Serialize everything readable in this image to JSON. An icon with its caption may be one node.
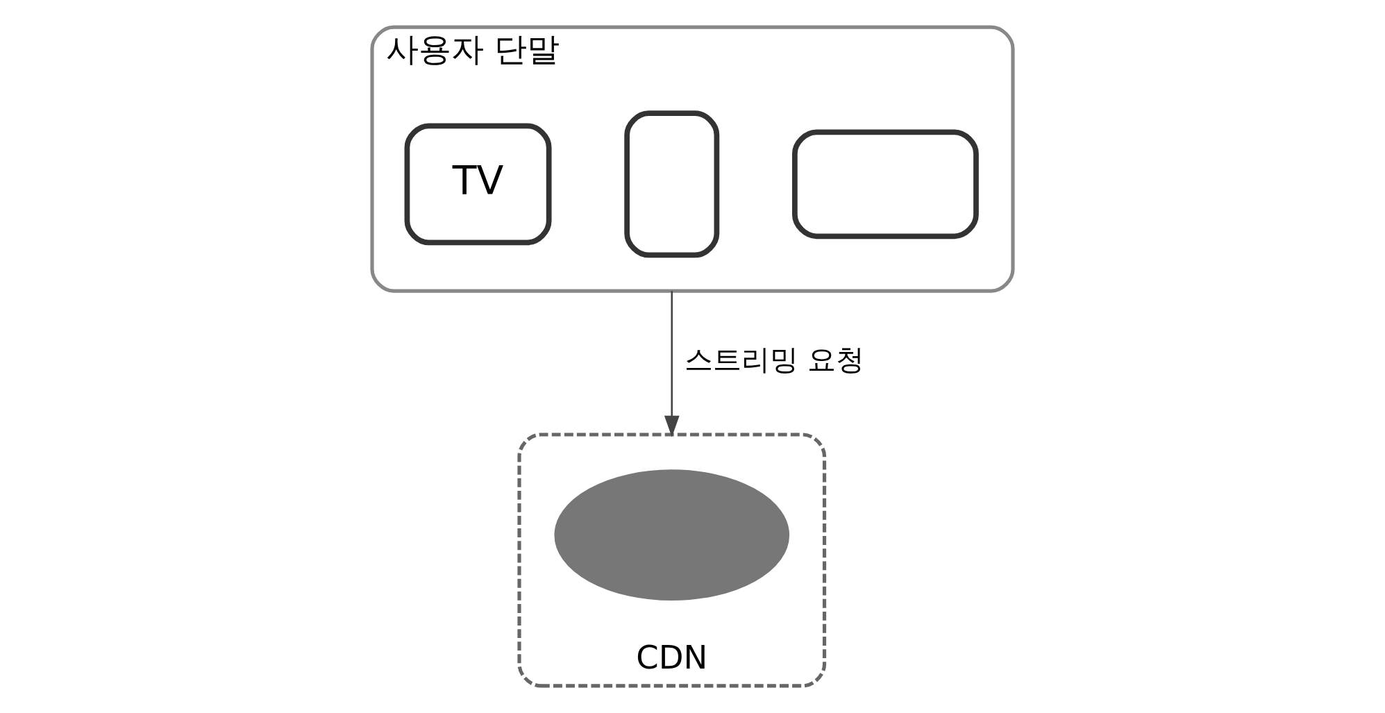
{
  "diagram": {
    "nodes": [
      {
        "text": [
          "사용자 단말"
        ]
      },
      {
        "text": [],
        "shape": "laptop",
        "in": 0
      },
      {
        "text": [],
        "shape": "phone",
        "in": 0
      },
      {
        "text": [
          "TV"
        ],
        "in": 0
      },
      {
        "text": [
          "CDN"
        ]
      },
      {
        "text": [],
        "shape": "cloud",
        "in": 4
      }
    ],
    "edges": [
      {
        "from": 0,
        "to": 4,
        "arrow": "to",
        "label": "스트리밍 요청"
      }
    ]
  }
}
